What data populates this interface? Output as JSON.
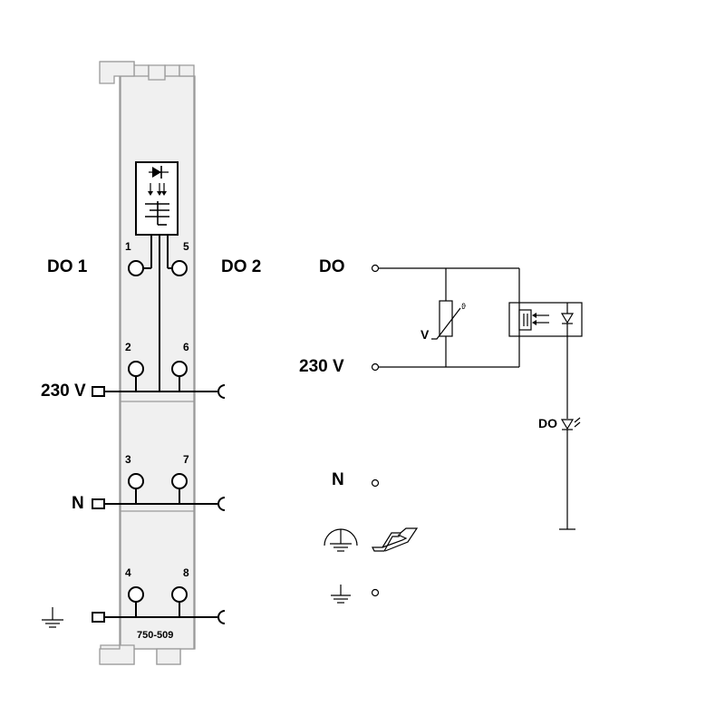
{
  "module": {
    "model_number": "750-509",
    "left_labels": {
      "do1": "DO 1",
      "do2": "DO 2",
      "v230": "230 V",
      "n": "N"
    },
    "pins": [
      "1",
      "5",
      "2",
      "6",
      "3",
      "7",
      "4",
      "8"
    ]
  },
  "schematic": {
    "do_label": "DO",
    "v230_label": "230 V",
    "varistor_label": "V",
    "n_label": "N",
    "led_label": "DO"
  },
  "colors": {
    "line": "#000000",
    "housing_stroke": "#9a9a9a",
    "housing_fill": "#f0f0f0"
  },
  "icons": [
    "ground-icon",
    "protective-earth-icon",
    "din-rail-icon",
    "varistor-icon",
    "optocoupler-icon",
    "led-icon",
    "triac-icon"
  ]
}
